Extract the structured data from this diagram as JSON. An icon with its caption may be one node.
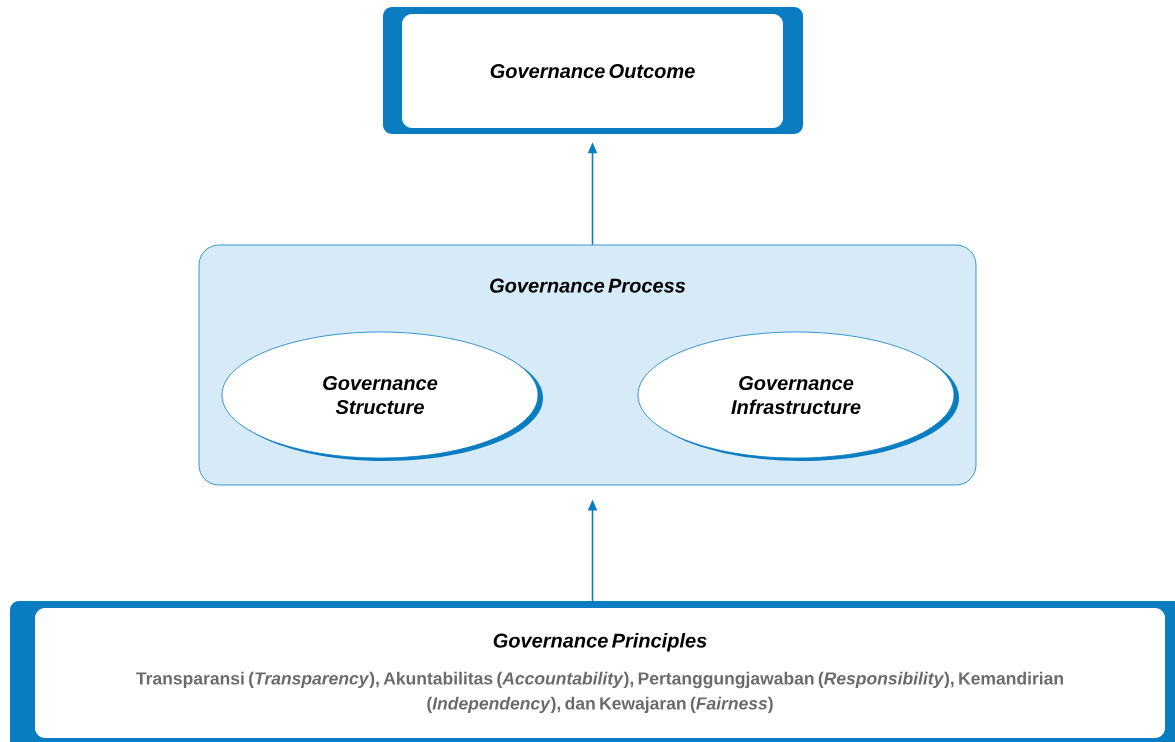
{
  "diagram": {
    "nodes": [
      {
        "text": [
          "Governance Outcome"
        ]
      },
      {
        "text": [
          "Governance Process"
        ]
      },
      {
        "text": [
          "Governance Structure"
        ],
        "in": 1
      },
      {
        "text": [
          "Governance Infrastructure"
        ],
        "in": 1
      },
      {
        "text": [
          "Governance Principles",
          "Transparansi (*Transparency*), Akuntabilitas (*Accountability*), Pertanggungjawaban (*Responsibility*), Kemandirian (*Independency*), dan Kewajaran (*Fairness*)"
        ]
      }
    ],
    "edges": [
      {
        "from": 1,
        "to": 0,
        "arrow": "to"
      },
      {
        "from": 4,
        "to": 1,
        "arrow": "to"
      }
    ]
  }
}
